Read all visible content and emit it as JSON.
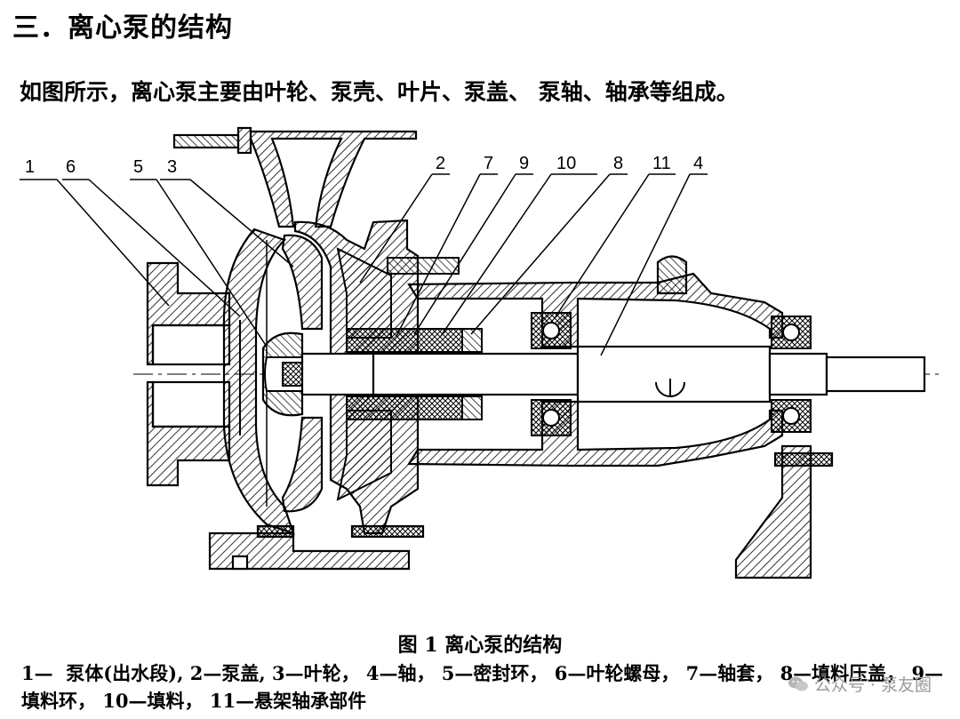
{
  "heading": "三．离心泵的结构",
  "intro": "如图所示，离心泵主要由叶轮、泵壳、叶片、泵盖、 泵轴、轴承等组成。",
  "diagram": {
    "labels": [
      "1",
      "6",
      "5",
      "3",
      "2",
      "7",
      "9",
      "10",
      "8",
      "11",
      "4"
    ]
  },
  "caption": "图 1  离心泵的结构",
  "legend": "1—  泵体(出水段), 2—泵盖, 3—叶轮， 4—轴， 5—密封环， 6—叶轮螺母， 7—轴套， 8—填料压盖， 9—填料环， 10—填料， 11—悬架轴承部件",
  "watermark": "公众号 · 泵友圈"
}
